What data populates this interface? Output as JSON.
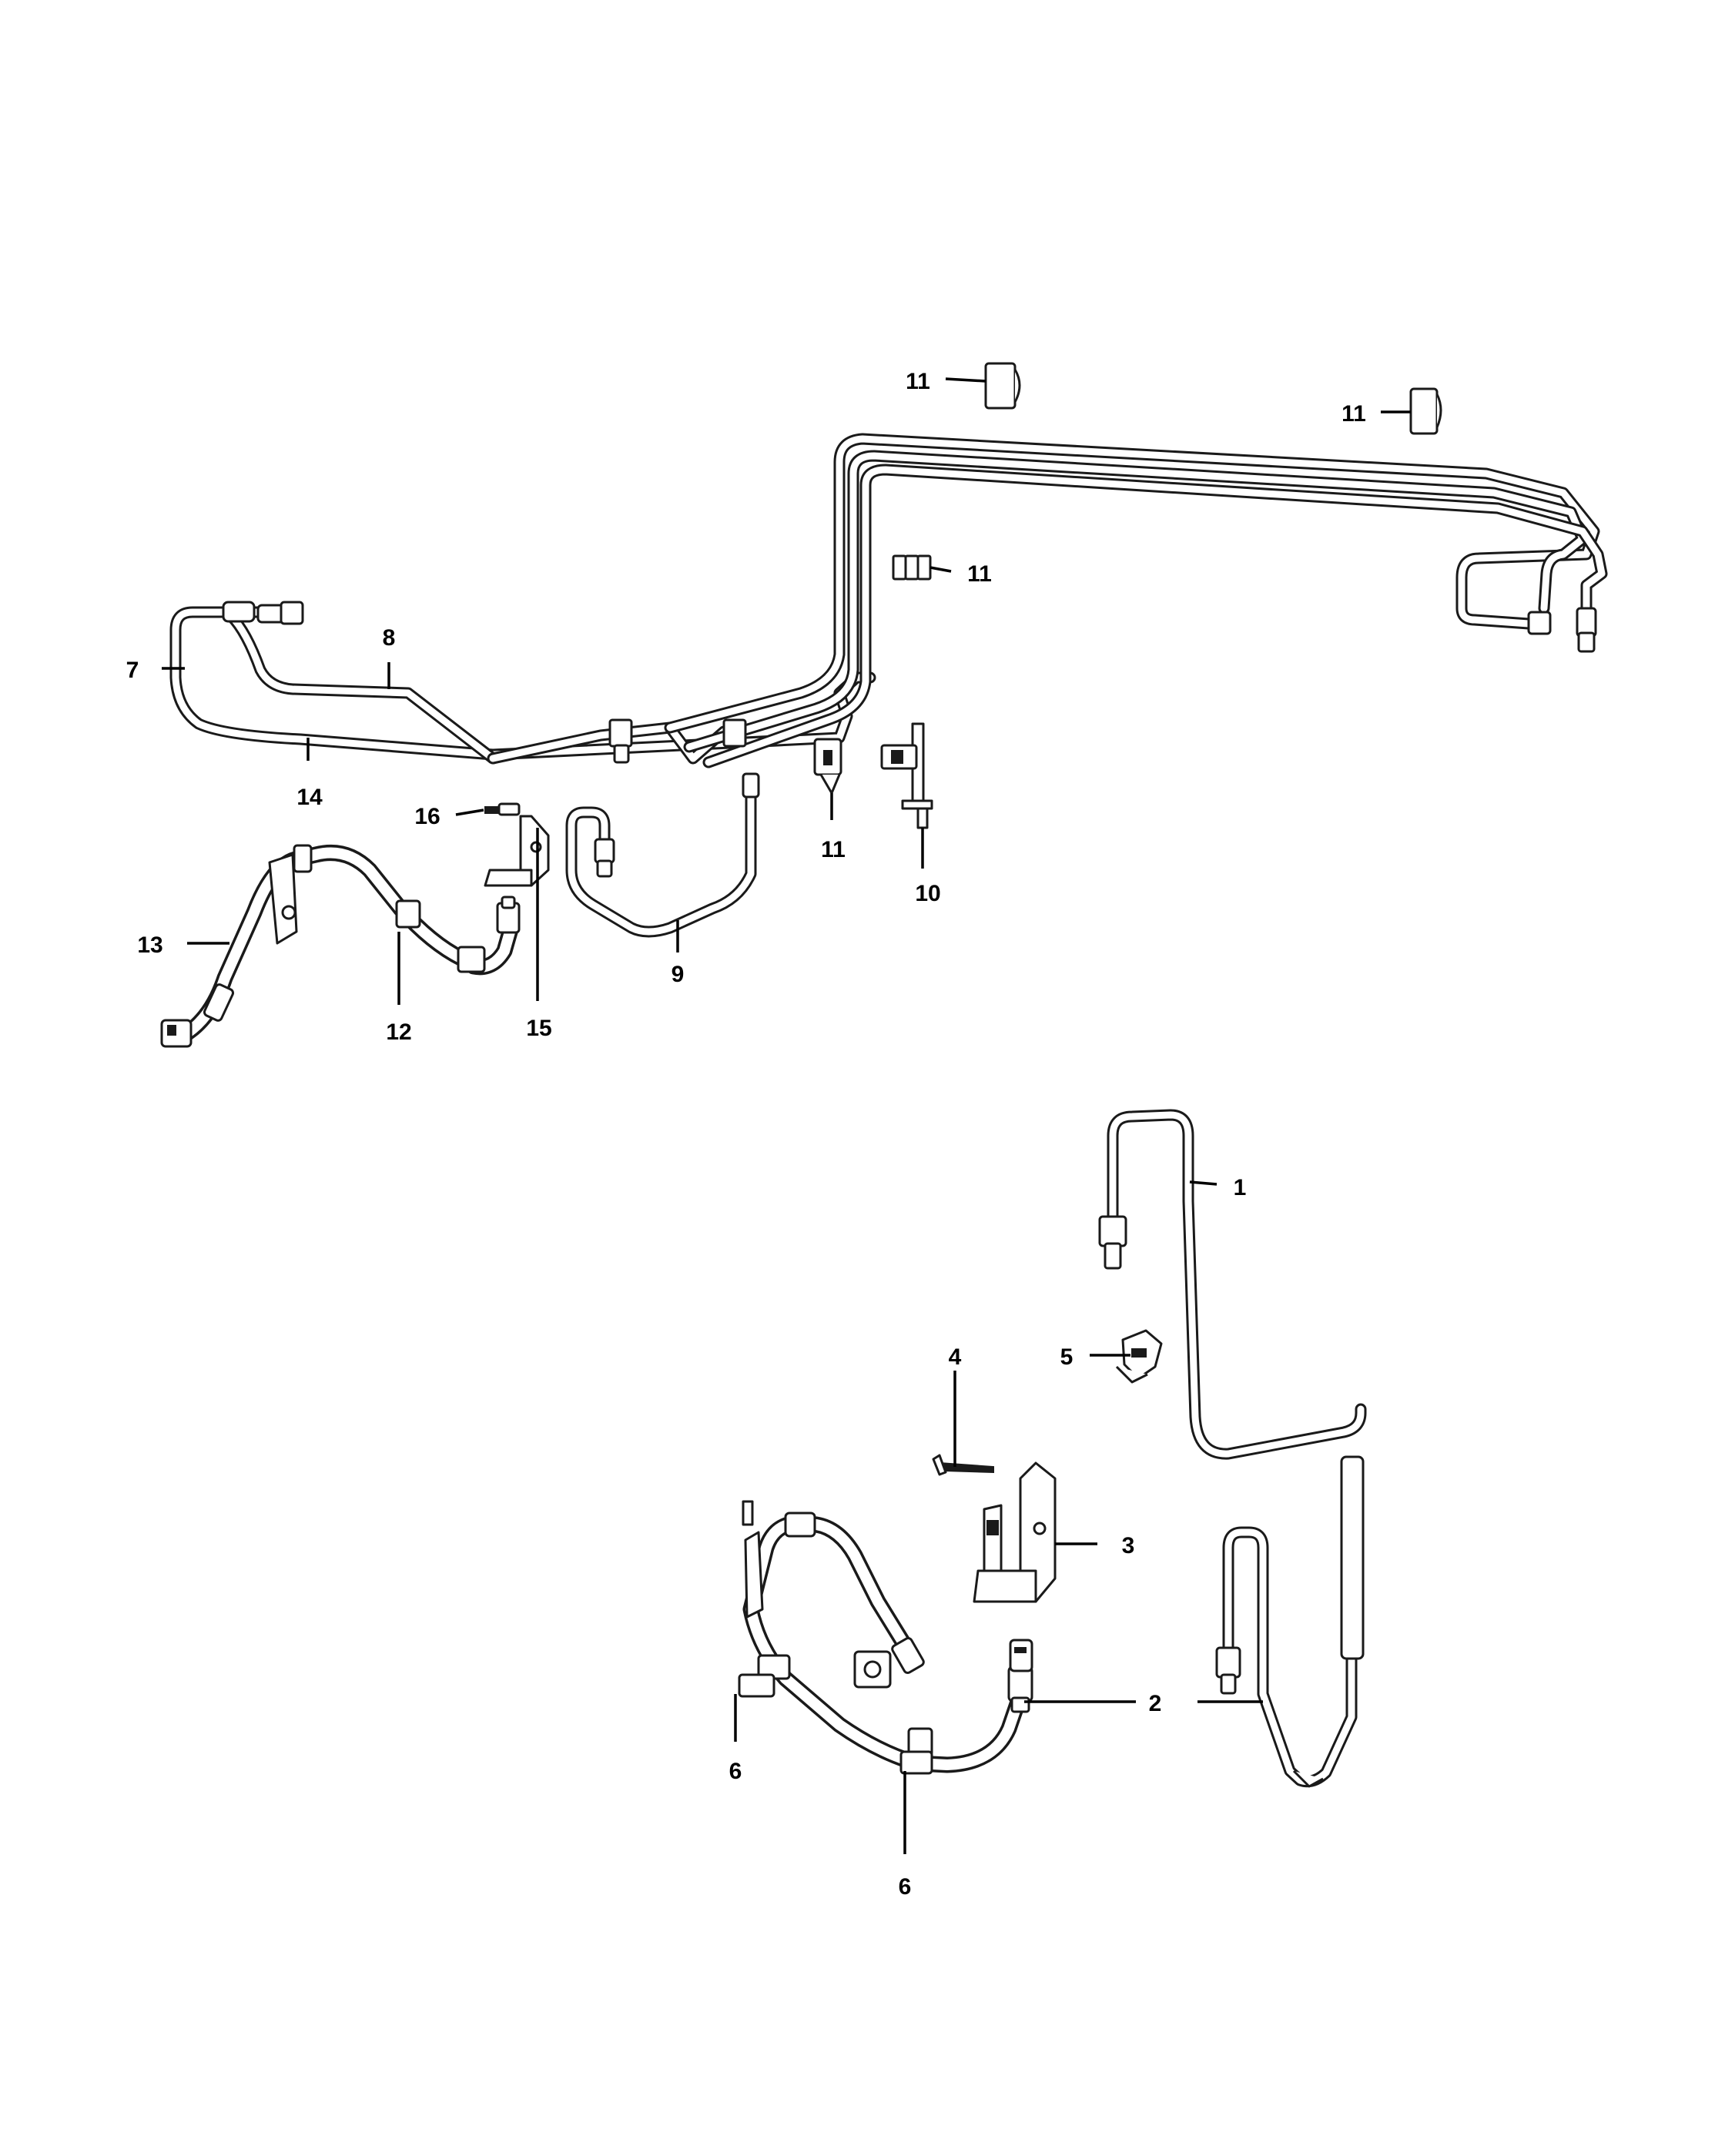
{
  "callouts": {
    "c1": "1",
    "c2": "2",
    "c3": "3",
    "c4": "4",
    "c5": "5",
    "c6a": "6",
    "c6b": "6",
    "c7": "7",
    "c8": "8",
    "c9": "9",
    "c10": "10",
    "c11a": "11",
    "c11b": "11",
    "c11c": "11",
    "c11d": "11",
    "c12": "12",
    "c13": "13",
    "c14": "14",
    "c15": "15",
    "c16": "16"
  },
  "colors": {
    "line": "#1a1a1a",
    "background": "#ffffff"
  }
}
